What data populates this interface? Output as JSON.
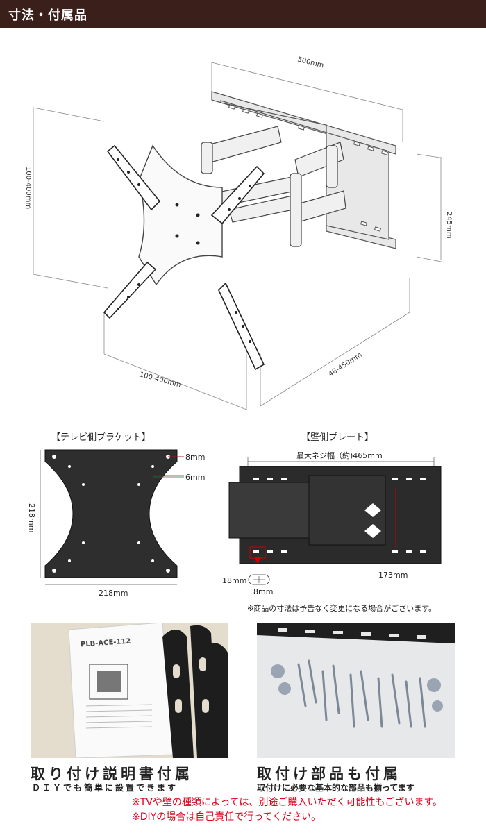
{
  "header": {
    "title": "寸法・付属品"
  },
  "main_diagram": {
    "dim_width": "500mm",
    "dim_height_plate": "245mm",
    "dim_vesa_vertical": "100-400mm",
    "dim_vesa_horizontal": "100-400mm",
    "dim_extension": "48-450mm"
  },
  "tv_bracket": {
    "label": "【テレビ側ブラケット】",
    "dim_hole_large": "8mm",
    "dim_hole_small": "6mm",
    "dim_height": "218mm",
    "dim_width": "218mm"
  },
  "wall_plate": {
    "label": "【壁側プレート】",
    "dim_max_screw_width": "最大ネジ幅（約)465mm",
    "dim_vertical": "173mm",
    "dim_slot_height": "18mm",
    "dim_slot_width": "8mm"
  },
  "notice": "※商品の寸法は予告なく変更になる場合がございます。",
  "manual_photo": {
    "manual_title": "PLB-ACE-112",
    "caption": "取り付け説明書付属",
    "sub": "ＤＩＹでも簡単に設置できます"
  },
  "parts_photo": {
    "caption": "取付け部品も付属",
    "sub": "取付けに必要な基本的な部品も揃ってます"
  },
  "warnings": [
    "※TVや壁の種類によっては、別途ご購入いただく可能性もございます。",
    "※DIYの場合は自己責任で行ってください。"
  ],
  "colors": {
    "header_bg": "#3b1f1a",
    "warning_red": "#e0001b"
  }
}
